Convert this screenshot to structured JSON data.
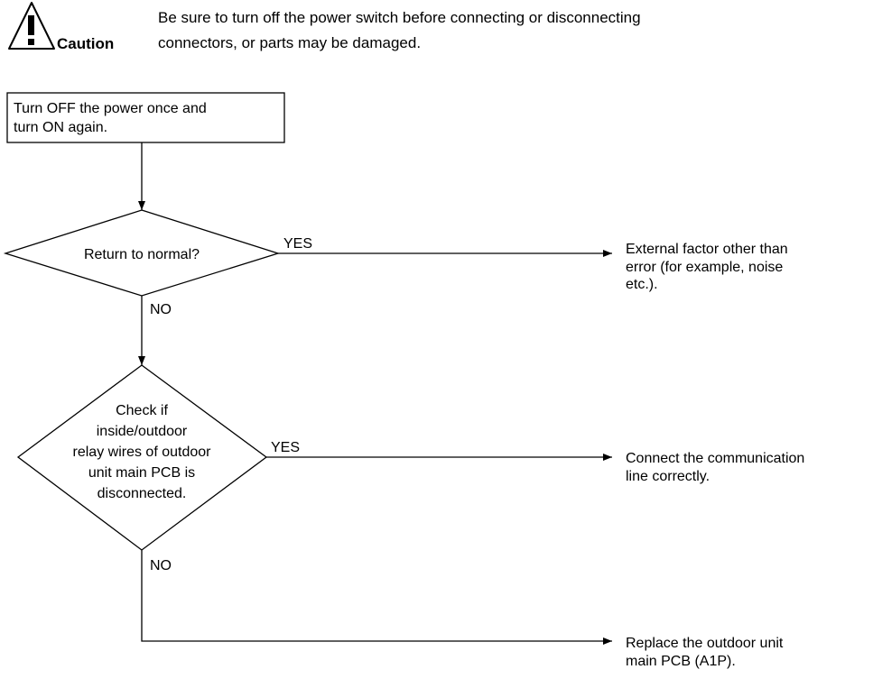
{
  "caution": {
    "icon": "warning-triangle-icon",
    "label": "Caution",
    "message_lines": [
      "Be sure to turn off the power switch before connecting or disconnecting",
      "connectors, or parts may be damaged."
    ]
  },
  "flowchart": {
    "start_box": {
      "lines": [
        "Turn OFF the power once and",
        "turn ON again."
      ]
    },
    "decision_1": {
      "lines": [
        "Return to normal?"
      ],
      "yes_label": "YES",
      "no_label": "NO",
      "yes_result": {
        "lines": [
          "External factor other than",
          "error (for example, noise",
          "etc.)."
        ]
      }
    },
    "decision_2": {
      "lines": [
        "Check if",
        "inside/outdoor",
        "relay wires of outdoor",
        "unit main PCB is",
        "disconnected."
      ],
      "yes_label": "YES",
      "no_label": "NO",
      "yes_result": {
        "lines": [
          "Connect the communication",
          "line correctly."
        ]
      }
    },
    "final_result": {
      "lines": [
        "Replace the outdoor unit",
        "main PCB (A1P)."
      ]
    }
  }
}
